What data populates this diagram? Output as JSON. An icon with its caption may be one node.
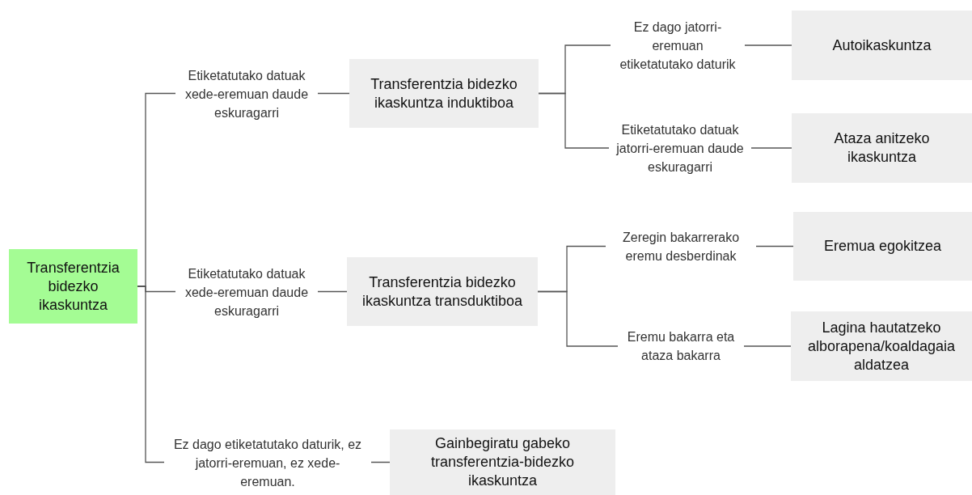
{
  "diagram": {
    "nodes": [
      {
        "text": [
          "Transferentzia bidezko ikaskuntza"
        ]
      },
      {
        "text": [
          "Transferentzia bidezko ikaskuntza induktiboa"
        ]
      },
      {
        "text": [
          "Transferentzia bidezko ikaskuntza transduktiboa"
        ]
      },
      {
        "text": [
          "Gainbegiratu gabeko transferentzia-bidezko ikaskuntza"
        ]
      },
      {
        "text": [
          "Autoikaskuntza"
        ]
      },
      {
        "text": [
          "Ataza anitzeko ikaskuntza"
        ]
      },
      {
        "text": [
          "Eremua egokitzea"
        ]
      },
      {
        "text": [
          "Lagina hautatzeko alborapena/koaldagaia aldatzea"
        ]
      }
    ],
    "edges": [
      {
        "from": 0,
        "to": 1,
        "arrow": "none",
        "label": "Etiketatutako datuak xede-eremuan daude eskuragarri"
      },
      {
        "from": 0,
        "to": 2,
        "arrow": "none",
        "label": "Etiketatutako datuak xede-eremuan daude eskuragarri"
      },
      {
        "from": 0,
        "to": 3,
        "arrow": "none",
        "label": "Ez dago etiketatutako daturik, ez jatorri-eremuan, ez xede-eremuan."
      },
      {
        "from": 1,
        "to": 4,
        "arrow": "none",
        "label": "Ez dago jatorri-eremuan etiketatutako daturik"
      },
      {
        "from": 1,
        "to": 5,
        "arrow": "none",
        "label": "Etiketatutako datuak jatorri-eremuan daude eskuragarri"
      },
      {
        "from": 2,
        "to": 6,
        "arrow": "none",
        "label": "Zeregin bakarrerako eremu desberdinak"
      },
      {
        "from": 2,
        "to": 7,
        "arrow": "none",
        "label": "Eremu bakarra eta ataza bakarra"
      }
    ]
  }
}
